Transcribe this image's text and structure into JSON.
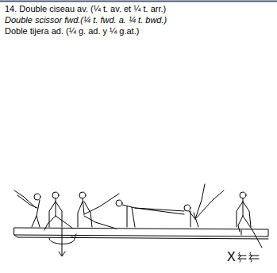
{
  "diagram": {
    "title": "14. Double ciseau av. (¼ t. av. et ¼ t. arr.)",
    "labels": [
      "Double scissor fwd.(¼ t. fwd. a. ¼ t. bwd.)",
      "Doble tijera ad. (¼ g. ad. y ¼ g.at.)",
      "X"
    ]
  }
}
